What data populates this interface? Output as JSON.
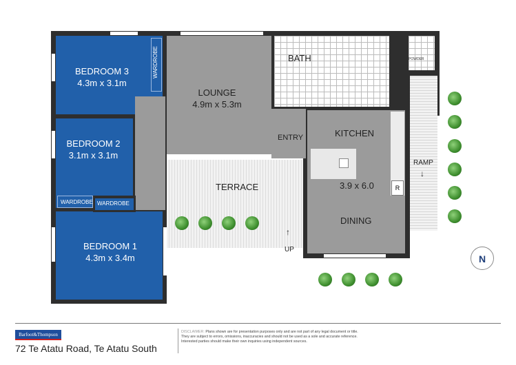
{
  "rooms": {
    "bedroom3": {
      "name": "BEDROOM 3",
      "size": "4.3m x 3.1m",
      "wardrobe": "WARDROBE"
    },
    "bedroom2": {
      "name": "BEDROOM 2",
      "size": "3.1m x 3.1m",
      "wardrobe": "WARDROBE"
    },
    "bedroom1": {
      "name": "BEDROOM 1",
      "size": "4.3m x 3.4m",
      "wardrobe": "WARDROBE"
    },
    "lounge": {
      "name": "LOUNGE",
      "size": "4.9m x 5.3m"
    },
    "bath": {
      "name": "BATH"
    },
    "powder": {
      "name": "POWDER"
    },
    "entry": {
      "name": "ENTRY"
    },
    "kitchen": {
      "name": "KITCHEN",
      "size": "3.9 x 6.0",
      "fridge": "R"
    },
    "dining": {
      "name": "DINING"
    },
    "terrace": {
      "name": "TERRACE",
      "up": "UP"
    },
    "ramp": {
      "name": "RAMP"
    }
  },
  "compass": {
    "label": "N"
  },
  "colors": {
    "bedroom": "#2160aa",
    "living": "#9b9b9b",
    "wall": "#2e2e2e",
    "brand": "#1f4e9c"
  },
  "footer": {
    "logo": "Barfoot&Thompson",
    "address": "72 Te Atatu Road, Te Atatu South",
    "disclaimer_label": "DISCLAIMER:",
    "disclaimer": "Plans shown are for presentation purposes only and are not part of any legal document or title. They are subject to errors, omissions, inaccuracies and should not be used as a sole and accurate reference. Interested parties should make their own inquiries using independent sources."
  }
}
